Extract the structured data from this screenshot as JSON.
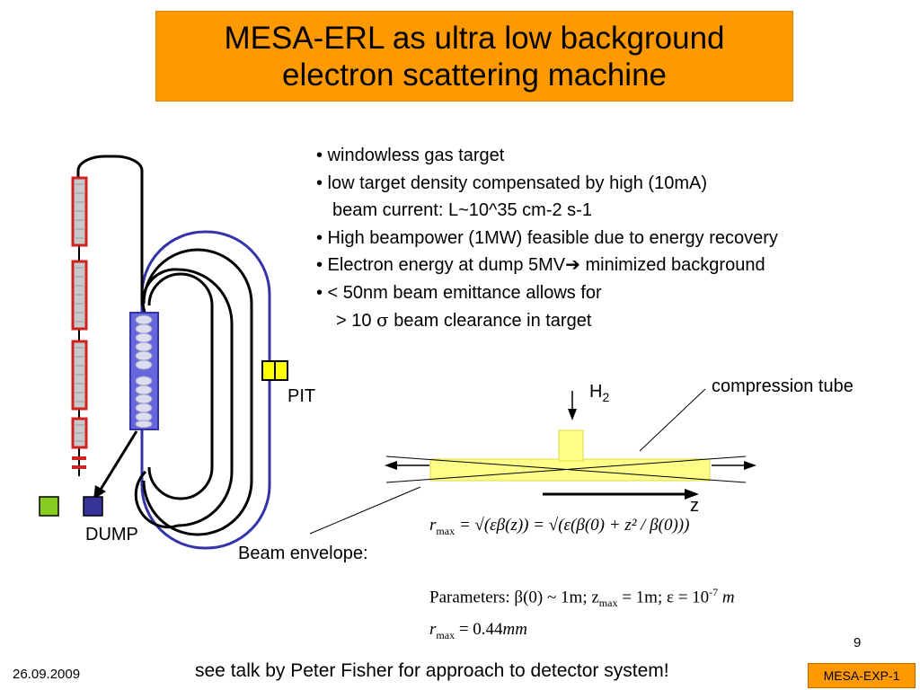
{
  "title": {
    "line1": "MESA-ERL as ultra low background",
    "line2": "electron scattering machine"
  },
  "bullets": {
    "b1": "• windowless gas target",
    "b2": "• low target density compensated by high (10mA)",
    "b2_cont": "beam current: L~10^35 cm-2 s-1",
    "b3": "• High beampower (1MW) feasible due to energy recovery",
    "b4_prefix": "• Electron energy at dump 5MV",
    "b4_arrow": "➔",
    "b4_suffix": " minimized background",
    "b5": "• < 50nm beam emittance allows for",
    "b5_cont_prefix": "> 10 ",
    "b5_sigma": "σ",
    "b5_cont_suffix": " beam clearance in target"
  },
  "labels": {
    "pit": "PIT",
    "dump": "DUMP",
    "h2_main": "H",
    "h2_sub": "2",
    "compression_tube": "compression tube",
    "beam_envelope": "Beam envelope:",
    "z_axis": "z"
  },
  "formulas": {
    "rmax_eq": "r",
    "rmax_sub": "max",
    "rmax_rhs": " = √(εβ(z)) = √(ε(β(0) + z² / β(0)))",
    "params_text": "Parameters:  β(0) ~ 1m;   z",
    "params_zsub": "max",
    "params_rest": " = 1m;  ε = 10",
    "params_exp": "-7",
    "params_unit": " m",
    "result_r": "r",
    "result_sub": "max",
    "result_rhs": " = 0.44",
    "result_unit": "mm"
  },
  "footer": {
    "date": "26.09.2009",
    "note": "see talk by Peter Fisher for approach to detector system!",
    "page": "9",
    "tag": "MESA-EXP-1"
  },
  "colors": {
    "title_bg": "#ff9900",
    "track_blue": "#3333aa",
    "module_red": "#cc2222",
    "module_fill": "#c8c8c8",
    "cavity_blue": "#6666dd",
    "pit_yellow": "#ffff00",
    "dump_green": "#88cc22",
    "dump_blue": "#333399",
    "tube_yellow": "#ffff88"
  }
}
